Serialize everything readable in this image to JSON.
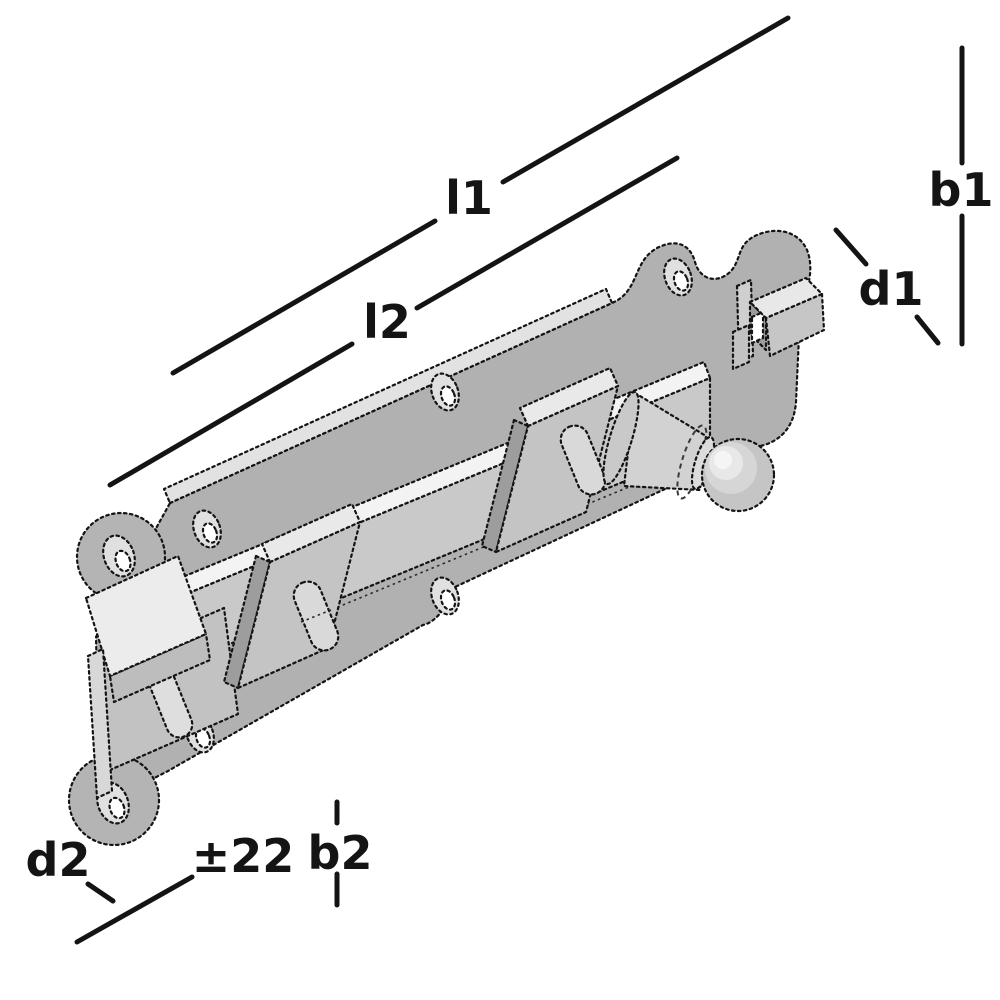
{
  "dimension_labels": {
    "l1": "l1",
    "l2": "l2",
    "b1": "b1",
    "d1": "d1",
    "d2": "d2",
    "b2": "b2",
    "pm22": "±22"
  },
  "colors": {
    "outline": "#141414",
    "background": "#ffffff",
    "metal_base": "#b1b1b1",
    "metal_mid": "#c9c9c9",
    "metal_light": "#f3f3f3",
    "metal_dark": "#9d9d9d"
  }
}
